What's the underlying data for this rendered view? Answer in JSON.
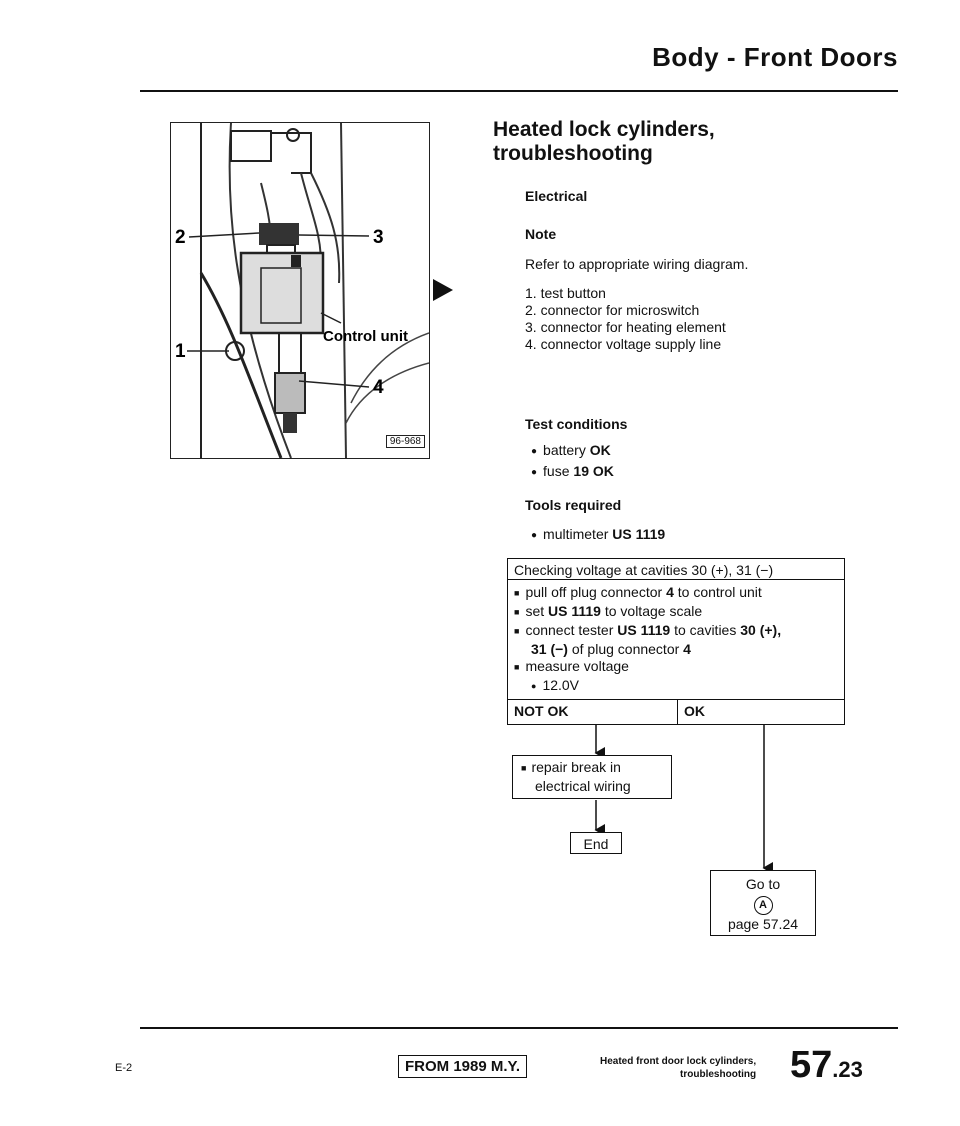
{
  "header": {
    "title": "Body - Front Doors"
  },
  "figure": {
    "callouts": [
      "1",
      "2",
      "3",
      "4"
    ],
    "control_label": "Control unit",
    "code": "96-968"
  },
  "section": {
    "title_line1": "Heated lock cylinders,",
    "title_line2": "troubleshooting",
    "electrical_heading": "Electrical",
    "note_heading": "Note",
    "note_text": "Refer to appropriate wiring diagram.",
    "legend": [
      "1. test button",
      "2. connector for microswitch",
      "3. connector for heating element",
      "4. connector voltage supply line"
    ],
    "test_conditions_heading": "Test conditions",
    "test_conditions": [
      {
        "text": "battery ",
        "bold": "OK"
      },
      {
        "text": "fuse ",
        "bold": "19 OK"
      }
    ],
    "tools_heading": "Tools required",
    "tools": [
      {
        "text": "multimeter ",
        "bold": "US 1119"
      }
    ]
  },
  "flowchart": {
    "check_heading": "Checking voltage at cavities 30 (+), 31 (−)",
    "steps": {
      "s1_a": "pull off plug connector ",
      "s1_b": "4",
      "s1_c": " to control unit",
      "s2_a": "set ",
      "s2_b": "US 1119",
      "s2_c": " to voltage scale",
      "s3_a": "connect tester ",
      "s3_b": "US 1119",
      "s3_c": " to cavities ",
      "s3_d": "30 (+),",
      "s3_e": "31 (−)",
      "s3_f": " of plug connector ",
      "s3_g": "4",
      "s4": "measure voltage",
      "s5": "12.0V"
    },
    "not_ok": "NOT OK",
    "ok": "OK",
    "repair_line1": "repair break in",
    "repair_line2": "electrical wiring",
    "end": "End",
    "goto_line1": "Go to",
    "goto_symbol": "A",
    "goto_line2": "page 57.24"
  },
  "footer": {
    "left": "E-2",
    "from_box": "FROM 1989 M.Y.",
    "caption_line1": "Heated front door lock cylinders,",
    "caption_line2": "troubleshooting",
    "page_main": "57",
    "page_sub": ".23"
  }
}
